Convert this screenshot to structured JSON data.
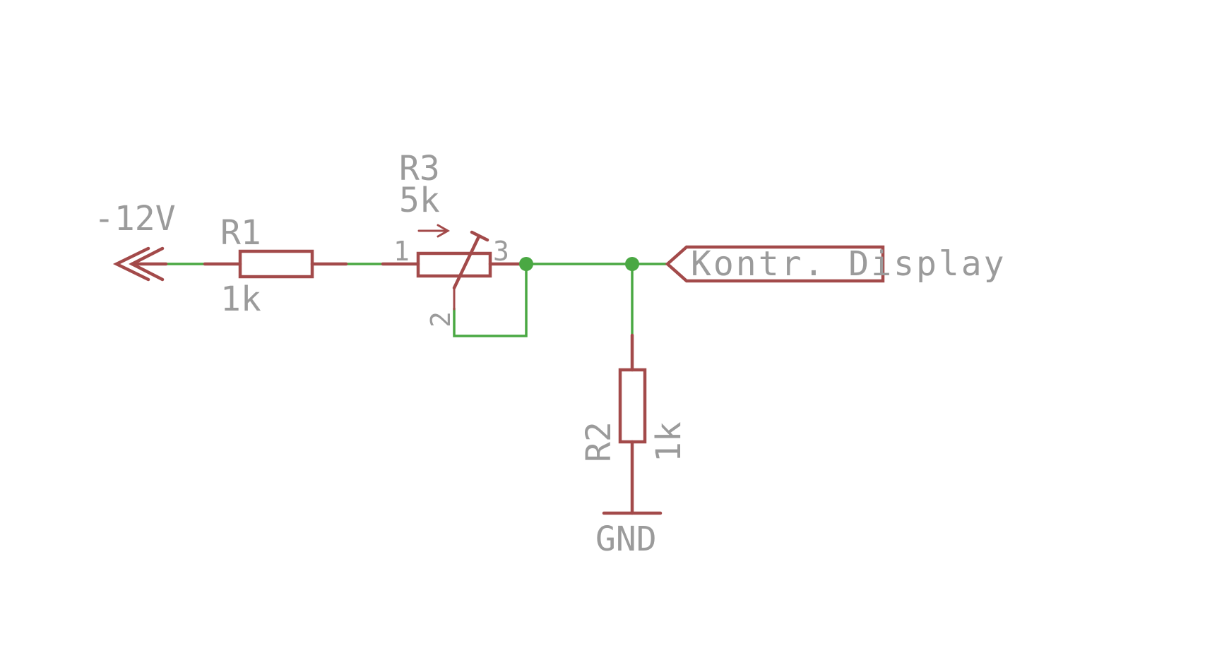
{
  "colors": {
    "wire": "#4aa843",
    "component": "#a34a4a",
    "label": "#9b9b9b",
    "background": "#ffffff"
  },
  "supply": {
    "label": "-12V",
    "icon": "double-chevron-left-supply-icon"
  },
  "r1": {
    "name": "R1",
    "value": "1k"
  },
  "r3": {
    "name": "R3",
    "value": "5k",
    "pin1": "1",
    "pin2": "2",
    "pin3": "3",
    "icon": "trimmer-arrow-icon"
  },
  "r2": {
    "name": "R2",
    "value": "1k"
  },
  "ground": {
    "label": "GND",
    "icon": "ground-bar-icon"
  },
  "net_label": {
    "text": "Kontr. Display"
  }
}
